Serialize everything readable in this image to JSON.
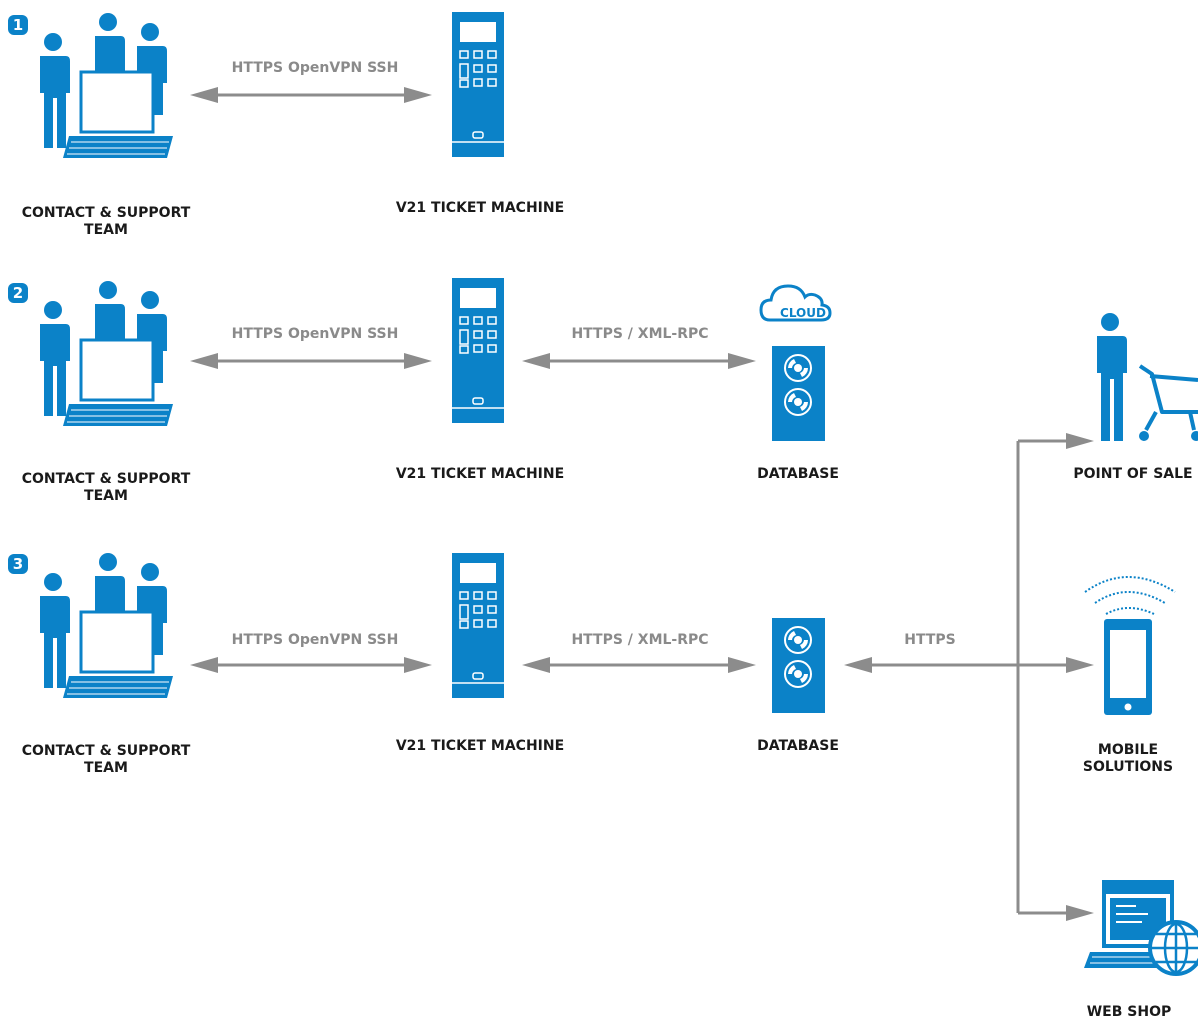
{
  "scenarios": [
    {
      "number": "1",
      "team_label": "CONTACT & SUPPORT\nTEAM",
      "link_label": "HTTPS OpenVPN SSH",
      "machine_label": "V21 TICKET MACHINE"
    },
    {
      "number": "2",
      "team_label": "CONTACT & SUPPORT\nTEAM",
      "link_label": "HTTPS OpenVPN SSH",
      "machine_label": "V21 TICKET MACHINE",
      "db_link_label": "HTTPS / XML-RPC",
      "db_label": "DATABASE",
      "cloud_label": "CLOUD"
    },
    {
      "number": "3",
      "team_label": "CONTACT & SUPPORT\nTEAM",
      "link_label": "HTTPS OpenVPN SSH",
      "machine_label": "V21 TICKET MACHINE",
      "db_link_label": "HTTPS / XML-RPC",
      "db_label": "DATABASE",
      "channel_link_label": "HTTPS"
    }
  ],
  "channels": {
    "pos_label": "POINT OF SALE",
    "mobile_label": "MOBILE\nSOLUTIONS",
    "webshop_label": "WEB SHOP"
  },
  "colors": {
    "blue": "#0b82c8",
    "arrow_gray": "#8c8c8c",
    "text_gray": "#8a8a8a"
  }
}
